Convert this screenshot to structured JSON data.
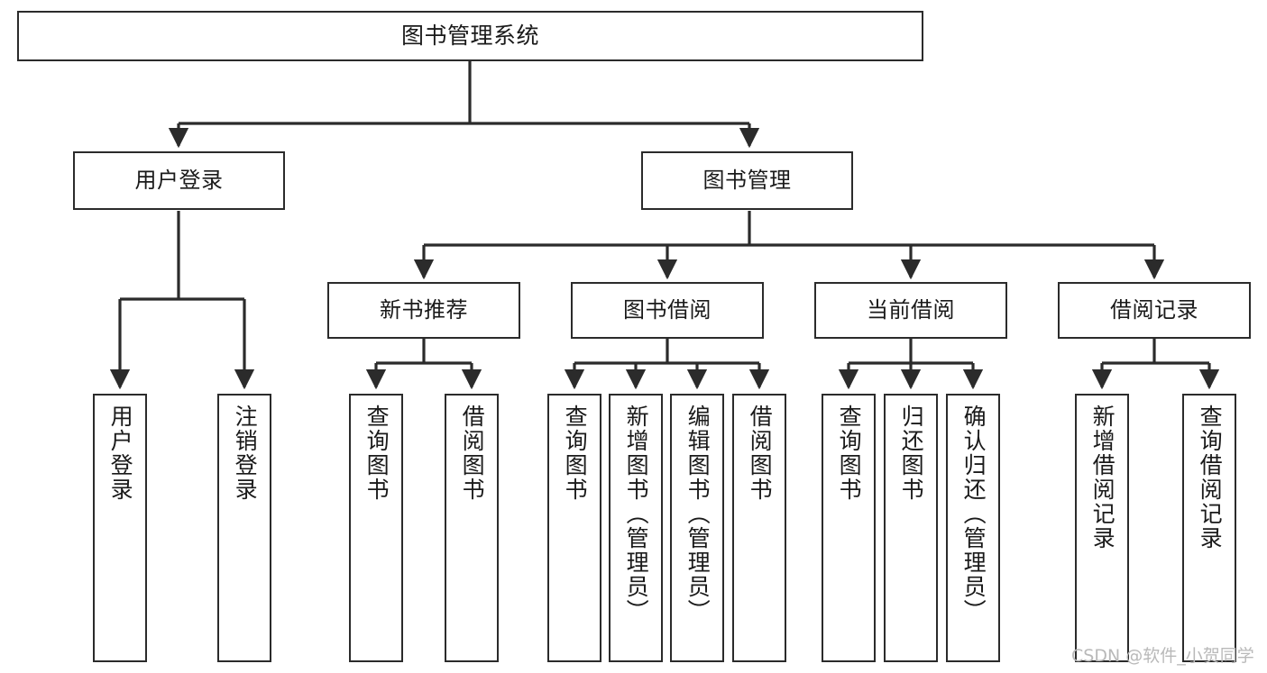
{
  "diagram": {
    "title": "图书管理系统",
    "colors": {
      "stroke": "#2b2b2b",
      "fill": "#ffffff",
      "text": "#1a1a1a",
      "watermark": "#b9b9b9"
    },
    "root": {
      "label": "图书管理系统"
    },
    "level2": [
      {
        "label": "用户登录"
      },
      {
        "label": "图书管理"
      }
    ],
    "level3": [
      {
        "label": "新书推荐"
      },
      {
        "label": "图书借阅"
      },
      {
        "label": "当前借阅"
      },
      {
        "label": "借阅记录"
      }
    ],
    "leaves": {
      "user_login": [
        {
          "label": "用户登录"
        },
        {
          "label": "注销登录"
        }
      ],
      "new_book": [
        {
          "label": "查询图书"
        },
        {
          "label": "借阅图书"
        }
      ],
      "book_borrow": [
        {
          "label": "查询图书"
        },
        {
          "label": "新增图书（管理员）"
        },
        {
          "label": "编辑图书（管理员）"
        },
        {
          "label": "借阅图书"
        }
      ],
      "current_borrow": [
        {
          "label": "查询图书"
        },
        {
          "label": "归还图书"
        },
        {
          "label": "确认归还（管理员）"
        }
      ],
      "borrow_record": [
        {
          "label": "新增借阅记录"
        },
        {
          "label": "查询借阅记录"
        }
      ]
    },
    "watermark": "CSDN @软件_小贺同学"
  }
}
